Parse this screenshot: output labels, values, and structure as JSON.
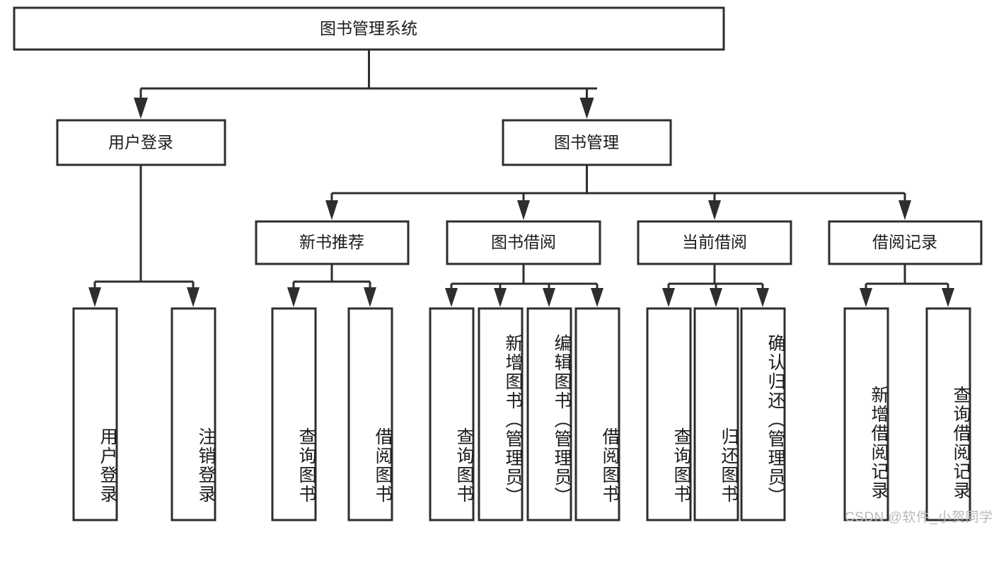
{
  "diagram": {
    "title": "图书管理系统",
    "type": "tree",
    "orientation": "top-down",
    "watermark": "CSDN @软件_小贺同学",
    "colors": {
      "stroke": "#2e2e2e",
      "fill": "#ffffff",
      "text": "#1b1b1b",
      "watermark": "#b9b9b9",
      "background": "#ffffff"
    },
    "root": {
      "id": "root",
      "label": "图书管理系统"
    },
    "level2": [
      {
        "id": "user-login",
        "label": "用户登录"
      },
      {
        "id": "book-manage",
        "label": "图书管理"
      }
    ],
    "level3": [
      {
        "id": "new-book-recommend",
        "label": "新书推荐",
        "parent": "book-manage"
      },
      {
        "id": "book-borrow",
        "label": "图书借阅",
        "parent": "book-manage"
      },
      {
        "id": "current-borrow",
        "label": "当前借阅",
        "parent": "book-manage"
      },
      {
        "id": "borrow-record",
        "label": "借阅记录",
        "parent": "book-manage"
      }
    ],
    "leaves": [
      {
        "id": "leaf-user-login",
        "label": "用户登录",
        "parent": "user-login"
      },
      {
        "id": "leaf-user-logout",
        "label": "注销登录",
        "parent": "user-login"
      },
      {
        "id": "leaf-query-book-1",
        "label": "查询图书",
        "parent": "new-book-recommend"
      },
      {
        "id": "leaf-borrow-book-1",
        "label": "借阅图书",
        "parent": "new-book-recommend"
      },
      {
        "id": "leaf-query-book-2",
        "label": "查询图书",
        "parent": "book-borrow"
      },
      {
        "id": "leaf-add-book",
        "label": "新增图书（管理员）",
        "parent": "book-borrow"
      },
      {
        "id": "leaf-edit-book",
        "label": "编辑图书（管理员）",
        "parent": "book-borrow"
      },
      {
        "id": "leaf-borrow-book-2",
        "label": "借阅图书",
        "parent": "book-borrow"
      },
      {
        "id": "leaf-query-book-3",
        "label": "查询图书",
        "parent": "current-borrow"
      },
      {
        "id": "leaf-return-book",
        "label": "归还图书",
        "parent": "current-borrow"
      },
      {
        "id": "leaf-confirm-return",
        "label": "确认归还（管理员）",
        "parent": "current-borrow"
      },
      {
        "id": "leaf-add-record",
        "label": "新增借阅记录",
        "parent": "borrow-record"
      },
      {
        "id": "leaf-query-record",
        "label": "查询借阅记录",
        "parent": "borrow-record"
      }
    ]
  }
}
